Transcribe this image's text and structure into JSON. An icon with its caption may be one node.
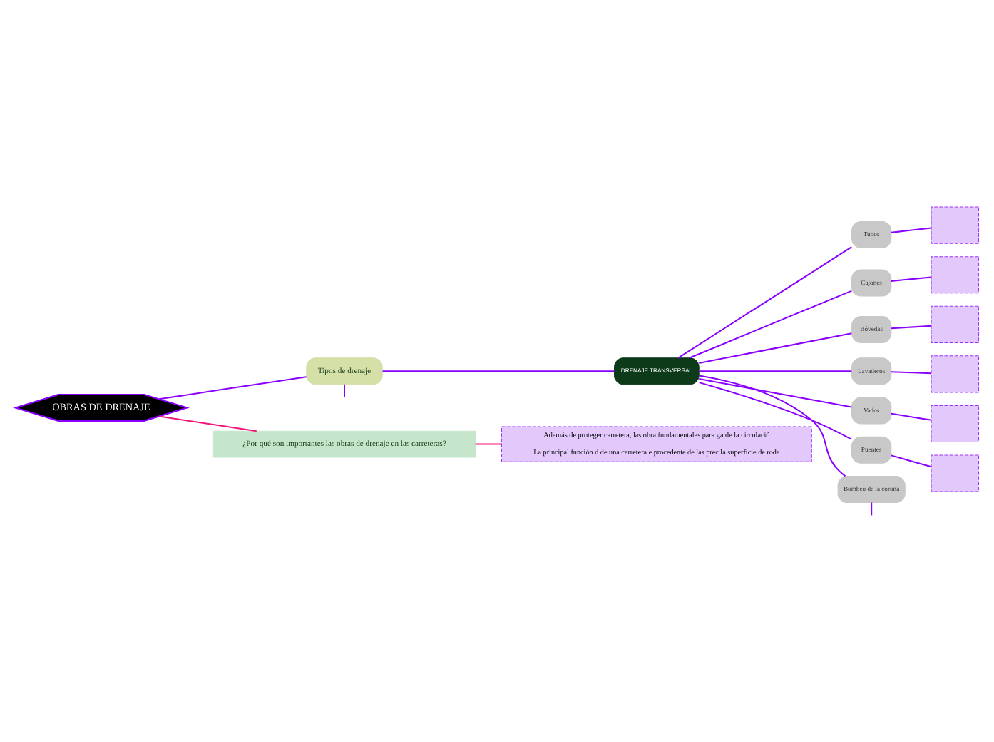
{
  "diagram": {
    "nodes": [
      {
        "text": [
          "OBRAS DE DRENAJE"
        ]
      },
      {
        "text": [
          "Tipos de drenaje"
        ]
      },
      {
        "text": [
          "DRENAJE TRANSVERSAL"
        ]
      },
      {
        "text": [
          "Tubos"
        ]
      },
      {
        "text": [],
        "shape": "box"
      },
      {
        "text": [
          "Cajones"
        ]
      },
      {
        "text": [],
        "shape": "box"
      },
      {
        "text": [
          "Bóvedas"
        ]
      },
      {
        "text": [],
        "shape": "box"
      },
      {
        "text": [
          "Lavaderos"
        ]
      },
      {
        "text": [],
        "shape": "box"
      },
      {
        "text": [
          "Vados"
        ]
      },
      {
        "text": [],
        "shape": "box"
      },
      {
        "text": [
          "Puentes"
        ]
      },
      {
        "text": [],
        "shape": "box"
      },
      {
        "text": [
          "Bombeo de la corona"
        ]
      },
      {
        "text": [
          "¿Por qué son importantes las obras de drenaje en las carreteras?"
        ]
      },
      {
        "text": [
          "Además de proteger carretera, las obra fundamentales para ga de la circulació",
          "La principal función d de una carretera e procedente de las prec la superficie de roda"
        ]
      }
    ],
    "edges": [
      {
        "from": 0,
        "to": 1,
        "arrow": "none"
      },
      {
        "from": 1,
        "to": null,
        "arrow": "none"
      },
      {
        "from": 1,
        "to": 2,
        "arrow": "none"
      },
      {
        "from": 2,
        "to": 3,
        "arrow": "none"
      },
      {
        "from": 3,
        "to": 4,
        "arrow": "none"
      },
      {
        "from": 2,
        "to": 5,
        "arrow": "none"
      },
      {
        "from": 5,
        "to": 6,
        "arrow": "none"
      },
      {
        "from": 2,
        "to": 7,
        "arrow": "none"
      },
      {
        "from": 7,
        "to": 8,
        "arrow": "none"
      },
      {
        "from": 2,
        "to": 9,
        "arrow": "none"
      },
      {
        "from": 9,
        "to": 10,
        "arrow": "none"
      },
      {
        "from": 2,
        "to": 11,
        "arrow": "none"
      },
      {
        "from": 11,
        "to": 12,
        "arrow": "none"
      },
      {
        "from": 2,
        "to": 13,
        "arrow": "none"
      },
      {
        "from": 13,
        "to": 14,
        "arrow": "none"
      },
      {
        "from": 2,
        "to": 15,
        "arrow": "none"
      },
      {
        "from": 15,
        "to": null,
        "arrow": "none"
      },
      {
        "from": 0,
        "to": 16,
        "arrow": "none",
        "color": "#f0157a"
      },
      {
        "from": 16,
        "to": 17,
        "arrow": "none",
        "color": "#f0157a"
      }
    ]
  }
}
